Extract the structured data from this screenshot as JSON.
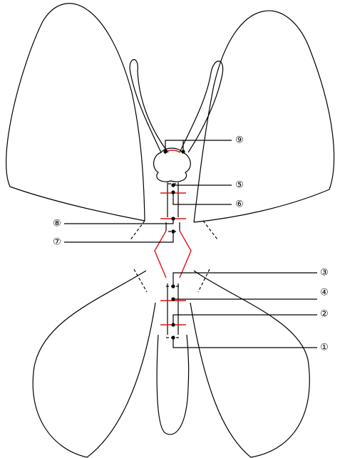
{
  "diagram": {
    "colors": {
      "outline": "#000000",
      "cut_line": "#e01010",
      "fold_line": "#000000",
      "background": "#ffffff"
    },
    "callouts": [
      {
        "id": "9",
        "label": "⑨"
      },
      {
        "id": "5",
        "label": "⑤"
      },
      {
        "id": "6",
        "label": "⑥"
      },
      {
        "id": "8",
        "label": "⑧"
      },
      {
        "id": "7",
        "label": "⑦"
      },
      {
        "id": "3",
        "label": "③"
      },
      {
        "id": "4",
        "label": "④"
      },
      {
        "id": "2",
        "label": "②"
      },
      {
        "id": "1",
        "label": "①"
      }
    ]
  }
}
